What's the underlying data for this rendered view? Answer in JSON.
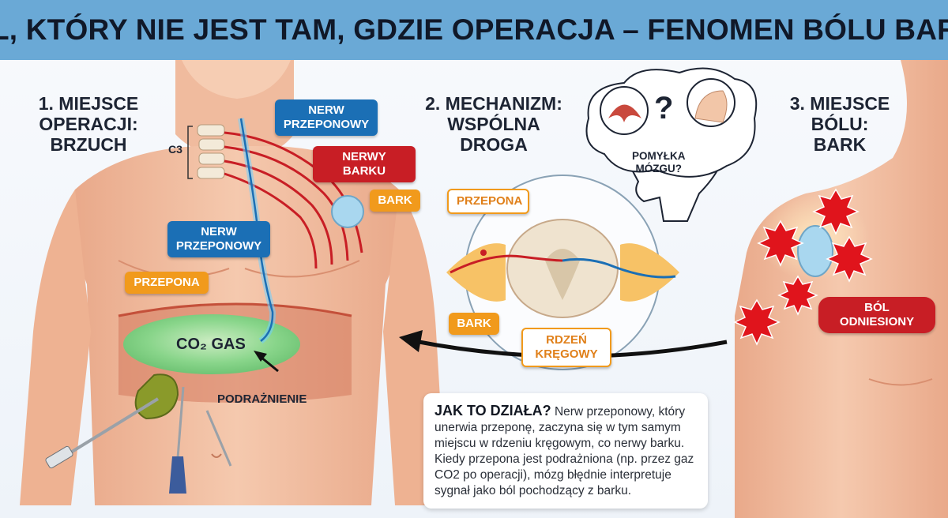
{
  "title": "BÓL, KTÓRY NIE JEST TAM, GDZIE OPERACJA – FENOMEN BÓLU BARKU",
  "sections": {
    "s1": "1. MIEJSCE\nOPERACJI:\nBRZUCH",
    "s2": "2. MECHANIZM:\nWSPÓLNA\nDROGA",
    "s3": "3. MIEJSCE\nBÓLU:\nBARK"
  },
  "labels": {
    "c3": "C3",
    "nerw_przeponowy_top": "NERW\nPRZEPONOWY",
    "nerwy_barku": "NERWY BARKU",
    "bark_left": "BARK",
    "nerw_przeponowy_mid": "NERW\nPRZEPONOWY",
    "przepona_left": "PRZEPONA",
    "co2_gas": "CO₂ GAS",
    "podraznienie": "PODRAŻNIENIE",
    "przepona_mid": "PRZEPONA",
    "bark_mid": "BARK",
    "rdzen": "RDZEŃ\nKRĘGOWY",
    "pomylka": "POMYŁKA\nMÓZGU?",
    "question": "?",
    "bol_odniesiony": "BÓL ODNIESIONY"
  },
  "info": {
    "heading": "JAK TO DZIAŁA?",
    "text": " Nerw przeponowy, który unerwia przeponę, zaczyna się w tym samym miejscu w rdzeniu kręgowym, co nerwy barku. Kiedy przepona jest podrażniona (np. przez gaz CO2 po operacji), mózg błędnie interpretuje sygnał jako ból pochodzący z barku."
  },
  "colors": {
    "header": "#6aa9d6",
    "nerve_blue": "#1b6fb5",
    "nerve_red": "#c81e25",
    "label_orange": "#f19a1c",
    "skin": "#f3c2a6",
    "gas_green": "#7fdc8c"
  }
}
